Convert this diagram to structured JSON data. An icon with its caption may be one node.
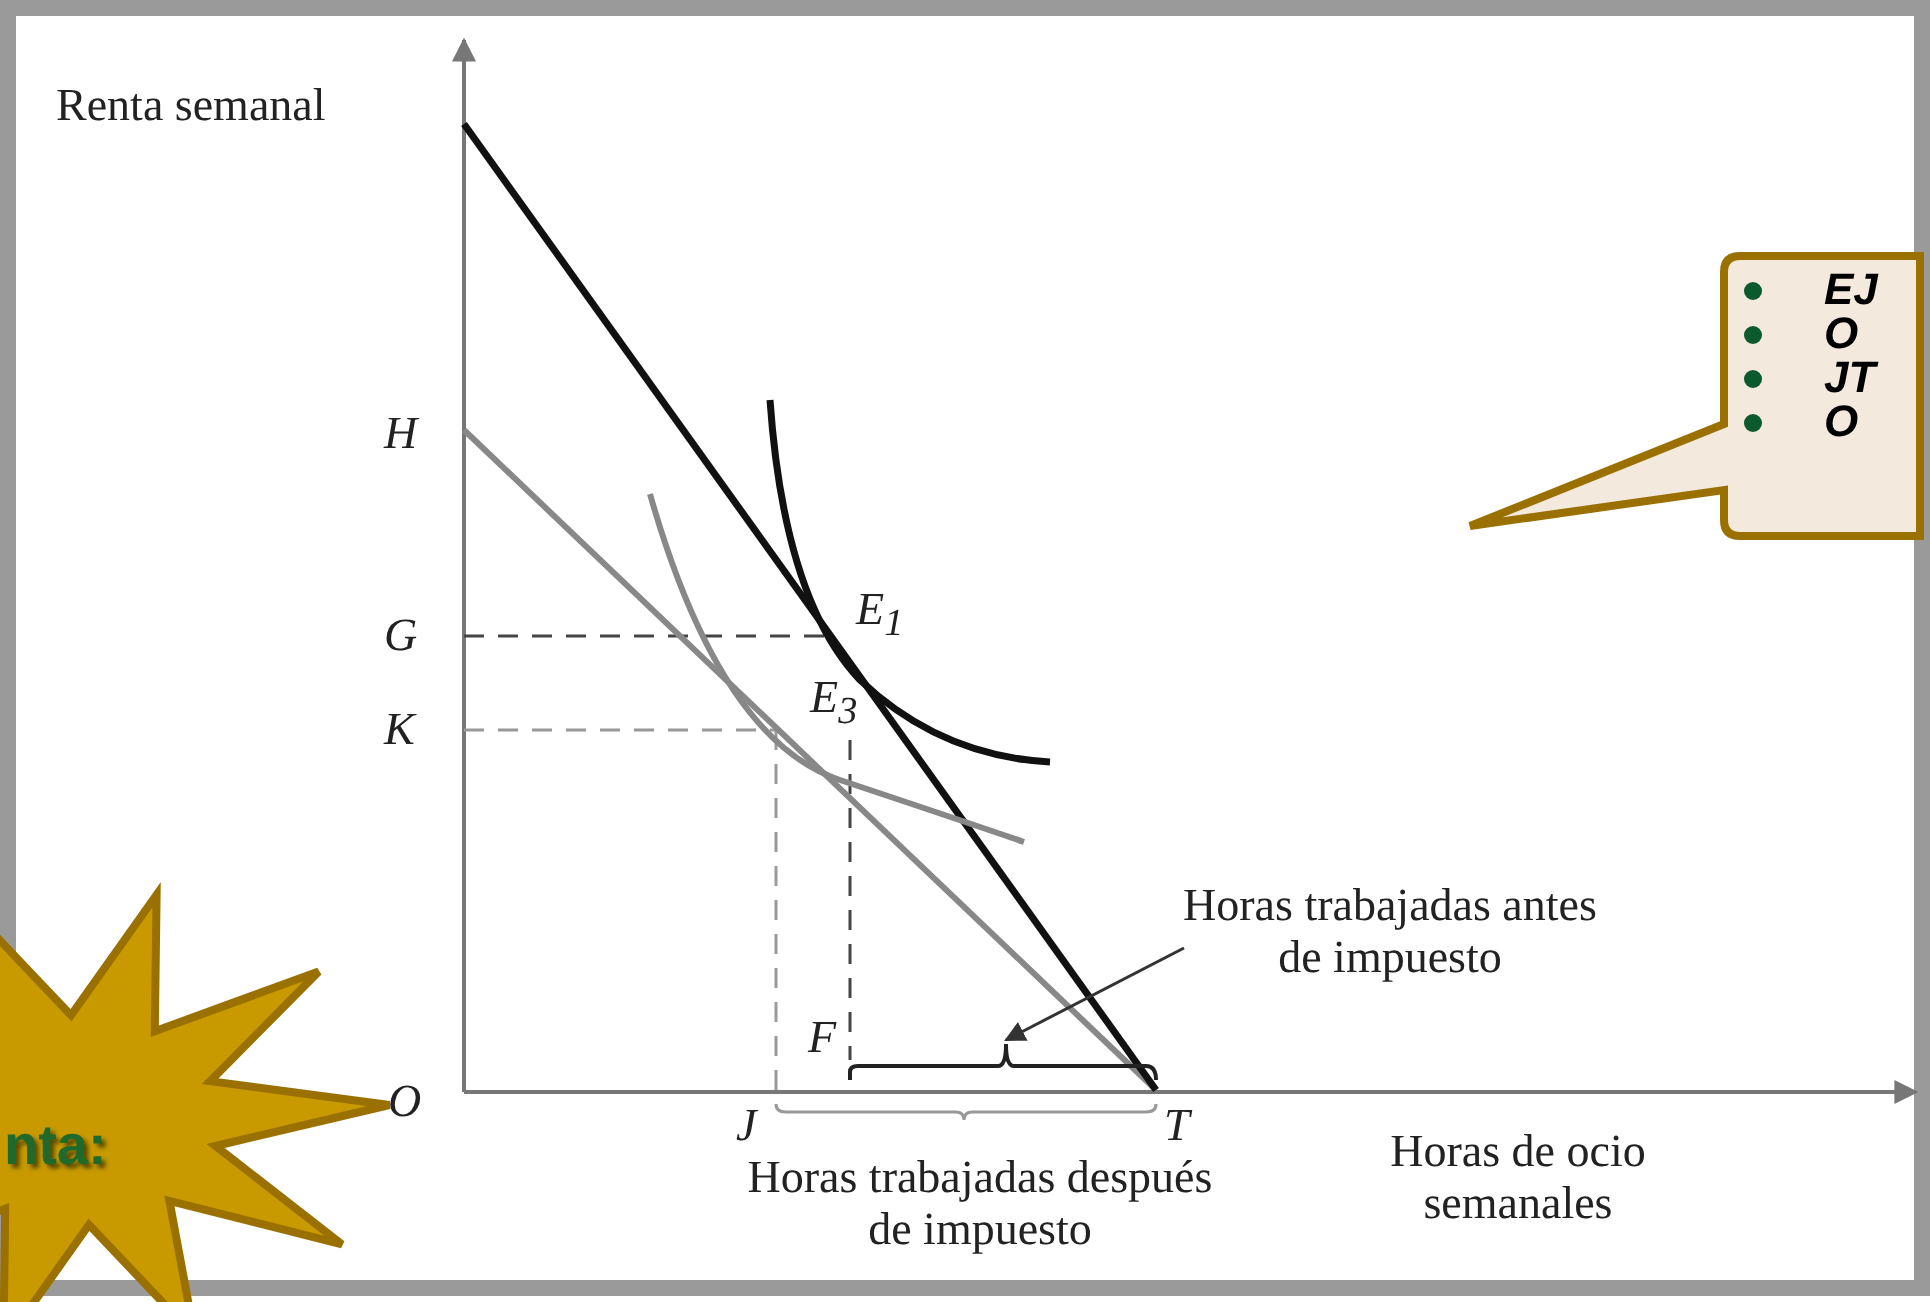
{
  "diagram": {
    "nodes": [
      {
        "text": [
          "EJ",
          "O",
          "JT",
          "O"
        ]
      },
      {
        "text": [
          "nta:"
        ]
      },
      {
        "text": [
          "Horas trabajadas antes de impuesto"
        ]
      },
      {
        "text": [],
        "shape": "bracket"
      }
    ],
    "edges": [
      {
        "from": 2,
        "to": 3,
        "arrow": "to"
      }
    ],
    "labels": [
      "Renta semanal",
      "H",
      "G",
      "K",
      "E$_{1}$",
      "E$_{3}$",
      "F",
      "O",
      "J",
      "T",
      "Horas trabajadas después de impuesto",
      "Horas de ocio semanales"
    ]
  }
}
